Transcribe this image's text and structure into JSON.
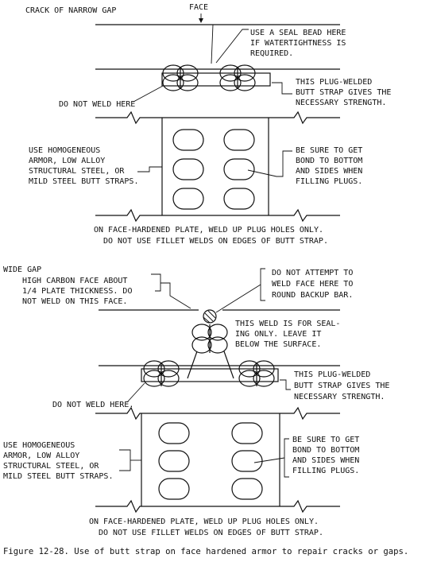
{
  "top": {
    "crack_label": "CRACK OF NARROW GAP",
    "face_label": "FACE",
    "seal_note": [
      "USE A SEAL BEAD HERE",
      "IF WATERTIGHTNESS IS",
      "REQUIRED."
    ],
    "strap_note": [
      "THIS PLUG-WELDED",
      "BUTT STRAP GIVES THE",
      "NECESSARY STRENGTH."
    ],
    "no_weld": "DO NOT WELD HERE",
    "material_note": [
      "USE HOMOGENEOUS",
      "ARMOR, LOW ALLOY",
      "STRUCTURAL STEEL, OR",
      "MILD STEEL BUTT STRAPS."
    ],
    "bond_note": [
      "BE SURE TO GET",
      "BOND TO BOTTOM",
      "AND SIDES WHEN",
      "FILLING PLUGS."
    ],
    "bottom_note": [
      "ON FACE-HARDENED PLATE, WELD UP PLUG HOLES ONLY.",
      "DO NOT USE FILLET WELDS ON EDGES OF BUTT STRAP."
    ]
  },
  "bottom": {
    "wide_gap": "WIDE GAP",
    "high_carbon_note": [
      "HIGH CARBON FACE ABOUT",
      "1/4 PLATE THICKNESS. DO",
      "NOT WELD ON THIS FACE."
    ],
    "no_attempt_note": [
      "DO NOT ATTEMPT TO",
      "WELD FACE HERE TO",
      "ROUND BACKUP BAR."
    ],
    "seal_weld_note": [
      "THIS WELD IS FOR SEAL-",
      "ING ONLY.  LEAVE IT",
      "BELOW THE SURFACE."
    ],
    "strap_note": [
      "THIS PLUG-WELDED",
      "BUTT STRAP GIVES THE",
      "NECESSARY STRENGTH."
    ],
    "no_weld": "DO NOT WELD HERE.",
    "material_note": [
      "USE HOMOGENEOUS",
      "ARMOR, LOW ALLOY",
      "STRUCTURAL STEEL, OR",
      "MILD STEEL BUTT STRAPS."
    ],
    "bond_note": [
      "BE SURE TO GET",
      "BOND TO BOTTOM",
      "AND SIDES WHEN",
      "FILLING PLUGS."
    ],
    "bottom_note": [
      "ON FACE-HARDENED PLATE, WELD UP PLUG HOLES ONLY.",
      "DO NOT USE FILLET WELDS ON EDGES OF BUTT STRAP."
    ]
  },
  "caption": "Figure 12-28.  Use of butt strap on face hardened armor to repair cracks or gaps."
}
